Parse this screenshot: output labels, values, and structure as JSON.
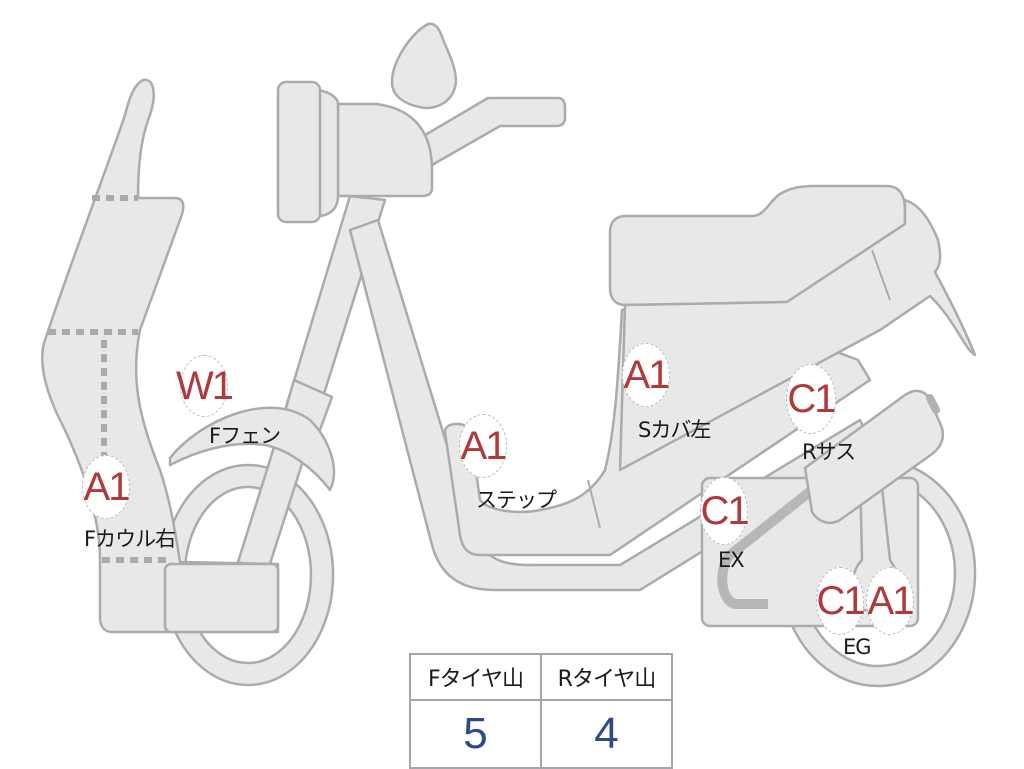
{
  "diagram": {
    "subject": "scooter-damage-inspection-chart",
    "colors": {
      "part_fill": "#e8e8e6",
      "part_stroke": "#a9abad",
      "code_text": "#b0393b",
      "label_text": "#1a1a1a",
      "value_text": "#2c4a8c"
    },
    "markers": [
      {
        "code": "W1",
        "part": "Fフェン"
      },
      {
        "code": "A1",
        "part": "Fカウル右"
      },
      {
        "code": "A1",
        "part": "ステップ"
      },
      {
        "code": "A1",
        "part": "Sカバ左"
      },
      {
        "code": "C1",
        "part": "Rサス"
      },
      {
        "code": "C1",
        "part": "EX"
      },
      {
        "code": "C1",
        "part": "EG"
      },
      {
        "code": "A1",
        "part": "EG"
      }
    ]
  },
  "tire_table": {
    "headers": [
      "Fタイヤ山",
      "Rタイヤ山"
    ],
    "values": [
      "5",
      "4"
    ]
  }
}
